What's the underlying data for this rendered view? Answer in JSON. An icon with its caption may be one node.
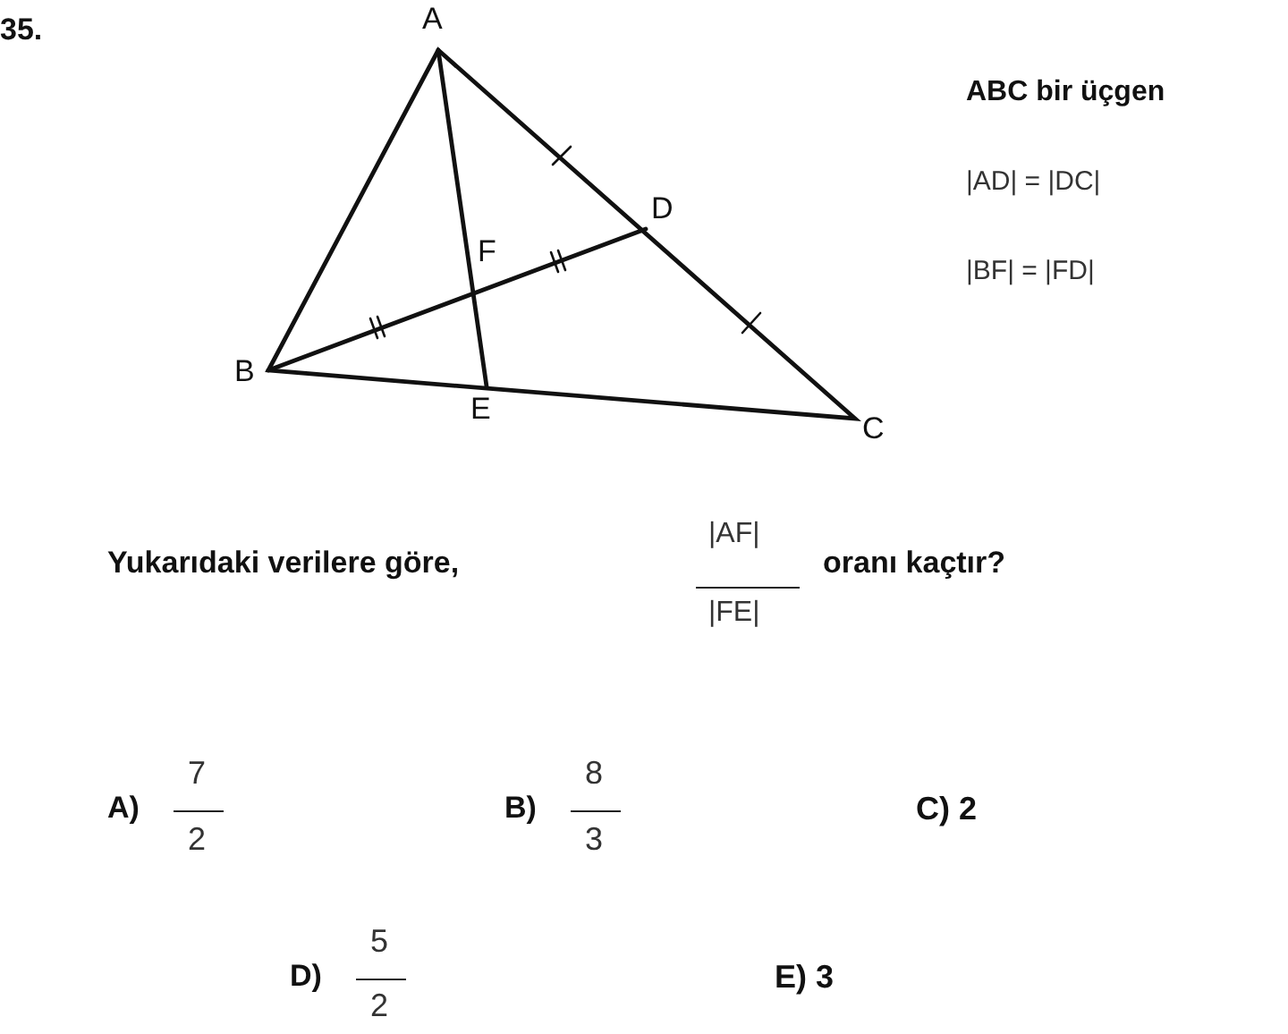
{
  "diagram": {
    "labels": [
      "35.",
      "A",
      "ABC bir üçgen",
      "D",
      "|AD| = |DC|",
      "F",
      "|BF| = |FD|",
      "B",
      "E",
      "C",
      "Yukarıdaki verilere göre,",
      "|AF|",
      "|FE|",
      "oranı kaçtır?",
      "A)",
      "7",
      "2",
      "B)",
      "8",
      "3",
      "C) 2",
      "D)",
      "5",
      "2",
      "E) 3"
    ]
  }
}
